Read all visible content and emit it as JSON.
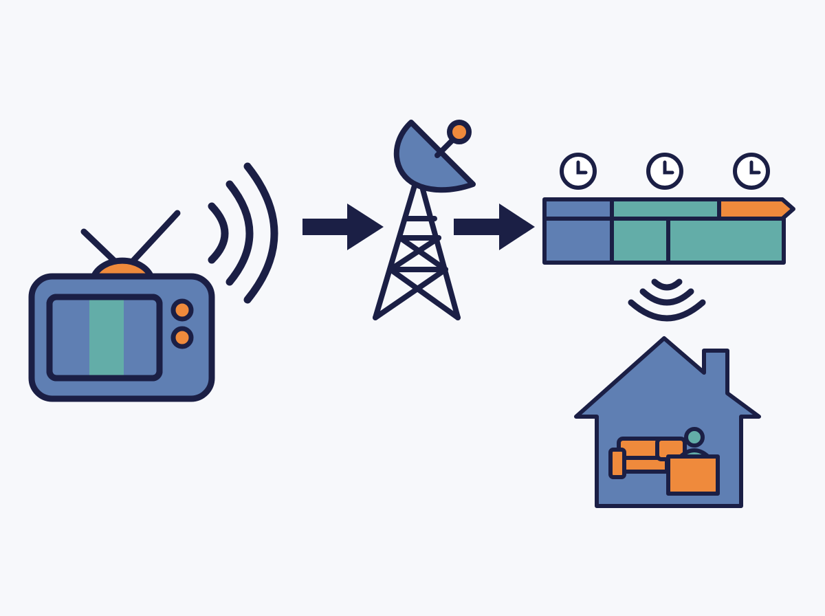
{
  "colors": {
    "background": "#f7f8fb",
    "outline": "#1b1f45",
    "blue": "#5f7fb3",
    "teal": "#63ada8",
    "orange": "#ef8a3c",
    "white": "#ffffff"
  },
  "nodes": [
    {
      "id": "tv",
      "icon": "television-icon"
    },
    {
      "id": "broadcast",
      "icon": "broadcast-waves-icon"
    },
    {
      "id": "tower",
      "icon": "satellite-tower-icon"
    },
    {
      "id": "schedule",
      "icon": "program-schedule-icon",
      "clock_icons": 3
    },
    {
      "id": "wifi",
      "icon": "wireless-signal-icon"
    },
    {
      "id": "home",
      "icon": "house-viewer-icon"
    }
  ],
  "edges": [
    {
      "from": "tv",
      "to": "tower",
      "icon": "arrow-right-icon"
    },
    {
      "from": "tower",
      "to": "schedule",
      "icon": "arrow-right-icon"
    },
    {
      "from": "schedule",
      "to": "home",
      "icon": "wireless-signal-icon"
    }
  ]
}
